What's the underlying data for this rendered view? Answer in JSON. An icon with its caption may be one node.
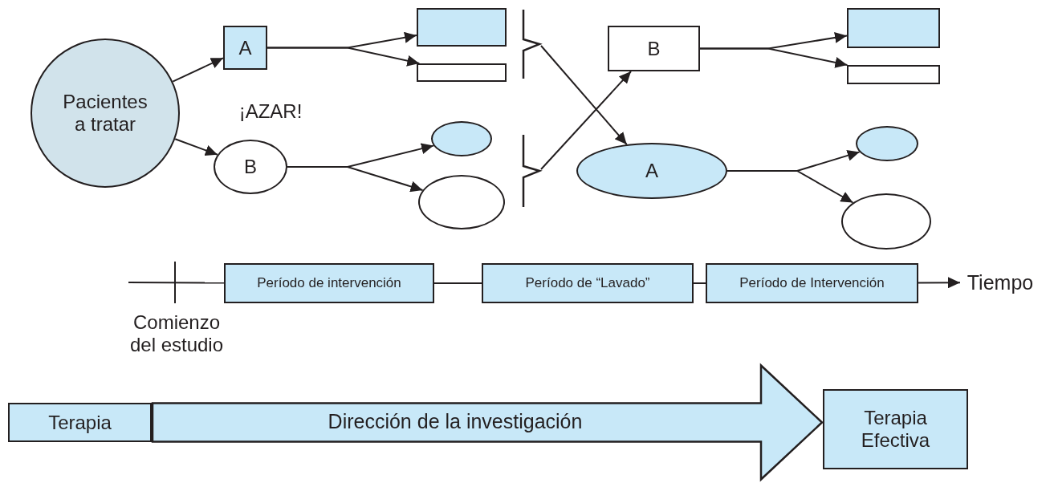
{
  "diagram": {
    "nodes": [
      {
        "text": [
          "Pacientes a tratar"
        ]
      },
      {
        "text": [
          "A"
        ]
      },
      {
        "text": [
          "B"
        ]
      },
      {
        "text": [],
        "shape": "box"
      },
      {
        "text": [],
        "shape": "box"
      },
      {
        "text": [],
        "shape": "ellipse"
      },
      {
        "text": [],
        "shape": "ellipse"
      },
      {
        "text": [],
        "shape": "bracket"
      },
      {
        "text": [],
        "shape": "bracket"
      },
      {
        "text": [
          "B"
        ]
      },
      {
        "text": [
          "A"
        ]
      },
      {
        "text": [],
        "shape": "box"
      },
      {
        "text": [],
        "shape": "box"
      },
      {
        "text": [],
        "shape": "ellipse"
      },
      {
        "text": [],
        "shape": "ellipse"
      },
      {
        "text": [
          "Período de intervención"
        ]
      },
      {
        "text": [
          "Período de “Lavado”"
        ]
      },
      {
        "text": [
          "Período de Intervención"
        ]
      },
      {
        "text": [
          "Tiempo"
        ]
      },
      {
        "text": [
          "Terapia"
        ]
      },
      {
        "text": [
          "Terapia Efectiva"
        ]
      }
    ],
    "edges": [
      {
        "from": 0,
        "to": 1,
        "arrow": "to"
      },
      {
        "from": 0,
        "to": 2,
        "arrow": "to"
      },
      {
        "from": 1,
        "to": 3,
        "arrow": "to"
      },
      {
        "from": 1,
        "to": 4,
        "arrow": "to"
      },
      {
        "from": 2,
        "to": 5,
        "arrow": "to"
      },
      {
        "from": 2,
        "to": 6,
        "arrow": "to"
      },
      {
        "from": 7,
        "to": 10,
        "arrow": "to"
      },
      {
        "from": 8,
        "to": 9,
        "arrow": "to"
      },
      {
        "from": 9,
        "to": 11,
        "arrow": "to"
      },
      {
        "from": 9,
        "to": 12,
        "arrow": "to"
      },
      {
        "from": 10,
        "to": 13,
        "arrow": "to"
      },
      {
        "from": 10,
        "to": 14,
        "arrow": "to"
      },
      {
        "from": null,
        "to": 15,
        "arrow": "none"
      },
      {
        "from": 15,
        "to": 16,
        "arrow": "none"
      },
      {
        "from": 16,
        "to": 17,
        "arrow": "none"
      },
      {
        "from": 17,
        "to": 18,
        "arrow": "to"
      },
      {
        "from": 19,
        "to": 20,
        "arrow": "to",
        "style": "thick",
        "label": "Dirección de la investigación"
      }
    ],
    "labels": [
      "¡AZAR!",
      "Comienzo del estudio"
    ]
  }
}
